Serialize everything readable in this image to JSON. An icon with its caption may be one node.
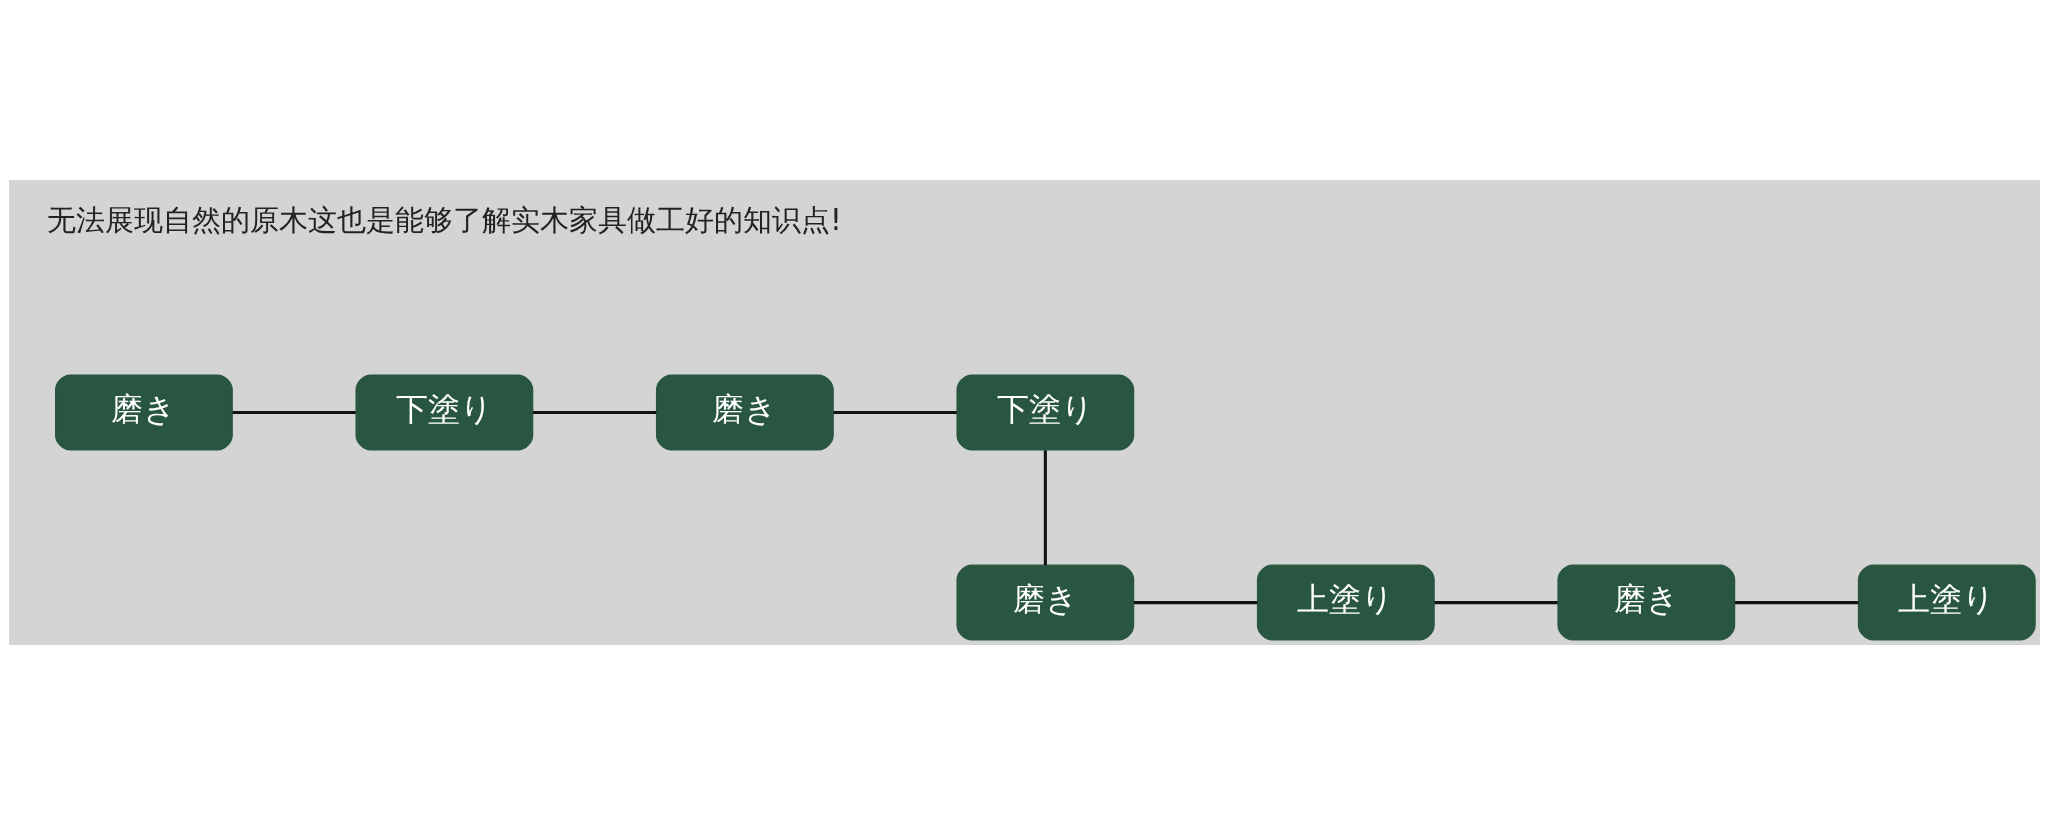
{
  "diagram": {
    "nodes": [
      {
        "text": [
          "磨き"
        ]
      },
      {
        "text": [
          "下塗り"
        ]
      },
      {
        "text": [
          "磨き"
        ]
      },
      {
        "text": [
          "下塗り"
        ]
      },
      {
        "text": [
          "上塗り"
        ]
      },
      {
        "text": [
          "磨き"
        ]
      },
      {
        "text": [
          "上塗り"
        ]
      },
      {
        "text": [
          "磨き"
        ]
      }
    ],
    "edges": [
      {
        "from": 0,
        "to": 1,
        "arrow": "none"
      },
      {
        "from": 1,
        "to": 2,
        "arrow": "none"
      },
      {
        "from": 2,
        "to": 3,
        "arrow": "none"
      },
      {
        "from": 3,
        "to": 7,
        "arrow": "none"
      },
      {
        "from": 7,
        "to": 6,
        "arrow": "none"
      },
      {
        "from": 6,
        "to": 5,
        "arrow": "none"
      },
      {
        "from": 5,
        "to": 4,
        "arrow": "none"
      }
    ],
    "labels": [
      "无法展现自然的原木这也是能够了解实木家具做工好的知识点!"
    ]
  }
}
